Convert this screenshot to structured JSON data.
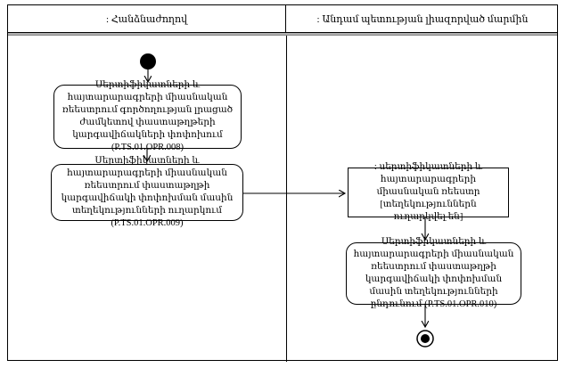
{
  "diagram": {
    "lanes": [
      {
        "label": ": Հանձնաժողով"
      },
      {
        "label": ": Անդամ պետության լիազորված մարմին"
      }
    ],
    "nodes": {
      "initial": {
        "type": "initial-node"
      },
      "activity1": {
        "text": "Սերտիֆիկատների և հայտարարագրերի միասնական ռեեստրում գործողության լրացած ժամկետով փաստաթղթերի կարգավիճակների փոփոխում (P.TS.01.OPR.008)"
      },
      "activity2": {
        "text": "Սերտիֆիկատների և հայտարարագրերի միասնական ռեեստրում փաստաթղթի կարգավիճակի փոփոխման մասին տեղեկությունների ուղարկում (P.TS.01.OPR.009)"
      },
      "object1": {
        "text": ": սերտիֆիկատների և հայտարարագրերի միասնական ռեեստր [տեղեկություններն ուղարկվել են]"
      },
      "activity3": {
        "text": "Սերտիֆիկատների և հայտարարագրերի միասնական ռեեստրում փաստաթղթի կարգավիճակի փոփոխման մասին տեղեկությունների ընդունում (P.TS.01.OPR.010)"
      },
      "final": {
        "type": "final-node"
      }
    },
    "colors": {
      "border": "#000000",
      "background": "#ffffff",
      "lane_shadow": "#b0b0b0"
    }
  }
}
